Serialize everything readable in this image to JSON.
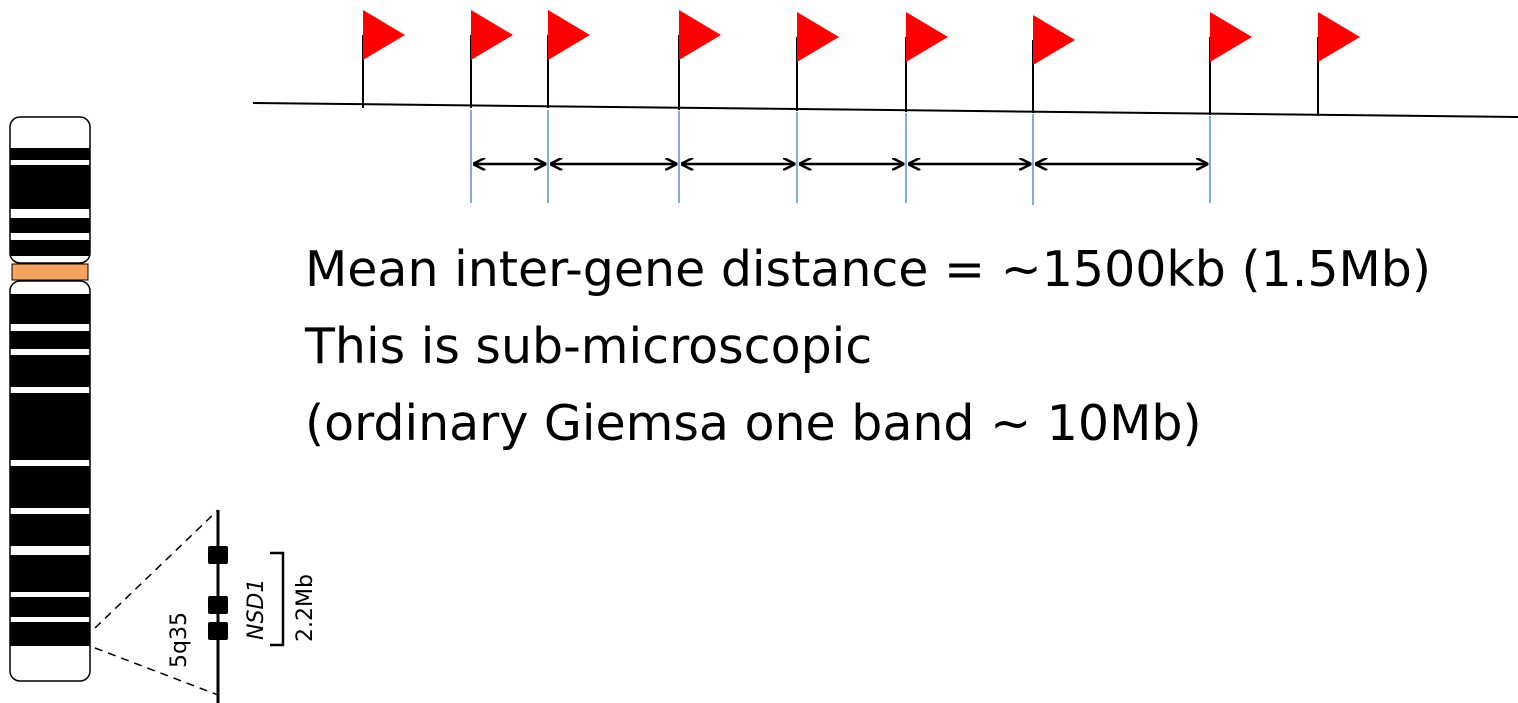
{
  "text": {
    "line1": "Mean inter-gene distance = ~1500kb (1.5Mb)",
    "line2": "This is sub-microscopic",
    "line3": "(ordinary Giemsa one band ~ 10Mb)"
  },
  "chromosome": {
    "band_label": "5q35",
    "gene_label": "NSD1",
    "size_label": "2.2Mb",
    "centromere_color": "#f4a460"
  },
  "genes": {
    "count": 9,
    "flag_color": "#ff0000"
  }
}
